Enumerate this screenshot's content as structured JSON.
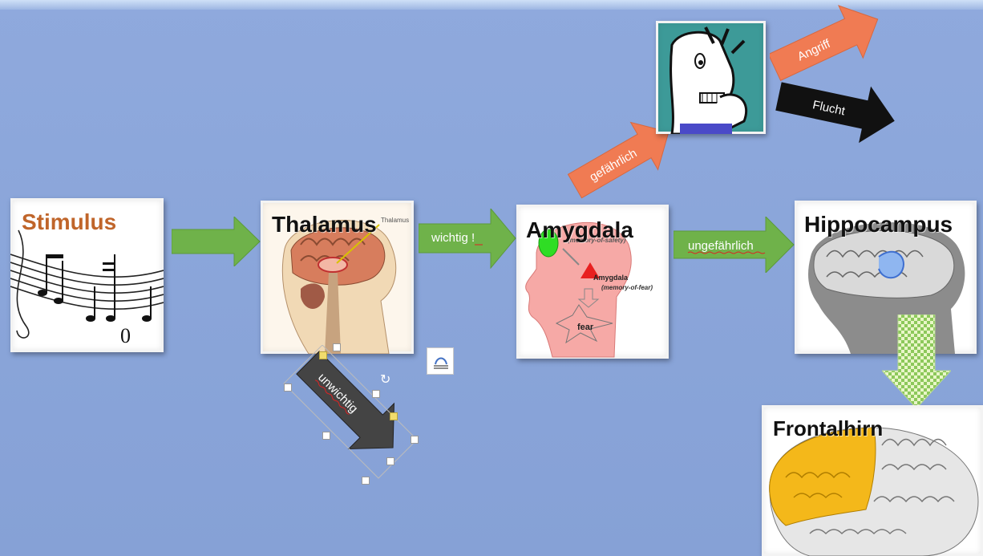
{
  "nodes": {
    "stimulus": "Stimulus",
    "thalamus": "Thalamus",
    "thalamus_small": "Thalamus",
    "amygdala": "Amygdala",
    "hippocampus": "Hippocampus",
    "frontalhirn": "Frontalhirn",
    "amygdala_inner": {
      "safety": "(memory-of-safety)",
      "amygdala_label": "Amygdala",
      "fear_memory": "(memory-of-fear)",
      "fear": "fear"
    }
  },
  "arrows": {
    "wichtig": "wichtig !",
    "unwichtig": "unwichtig",
    "ungefaehrlich": "ungefährlich",
    "gefaehrlich": "gefährlich",
    "angriff": "Angriff",
    "flucht": "Flucht"
  },
  "colors": {
    "background": "#8ba6da",
    "green_arrow": "#6fb24a",
    "orange_arrow": "#f07b53",
    "black_arrow": "#111111",
    "stimulus_text": "#c0652a"
  }
}
